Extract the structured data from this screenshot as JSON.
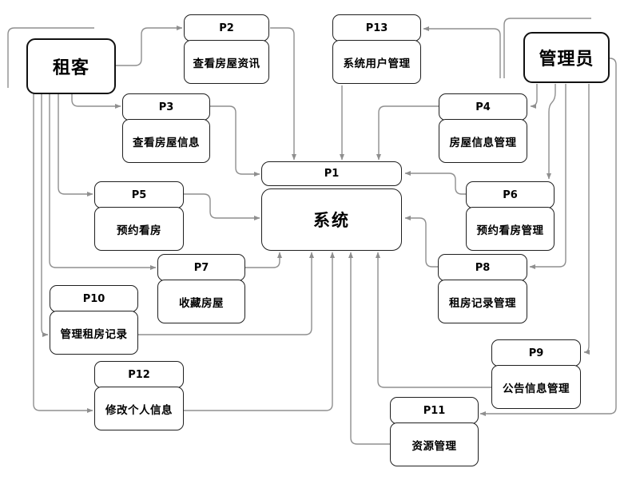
{
  "actors": {
    "tenant": {
      "label": "租客"
    },
    "admin": {
      "label": "管理员"
    }
  },
  "system": {
    "id": "P1",
    "label": "系统"
  },
  "processes": [
    {
      "id": "P2",
      "label": "查看房屋资讯"
    },
    {
      "id": "P3",
      "label": "查看房屋信息"
    },
    {
      "id": "P5",
      "label": "预约看房"
    },
    {
      "id": "P7",
      "label": "收藏房屋"
    },
    {
      "id": "P10",
      "label": "管理租房记录"
    },
    {
      "id": "P12",
      "label": "修改个人信息"
    },
    {
      "id": "P13",
      "label": "系统用户管理"
    },
    {
      "id": "P4",
      "label": "房屋信息管理"
    },
    {
      "id": "P6",
      "label": "预约看房管理"
    },
    {
      "id": "P8",
      "label": "租房记录管理"
    },
    {
      "id": "P9",
      "label": "公告信息管理"
    },
    {
      "id": "P11",
      "label": "资源管理"
    }
  ],
  "edges": [
    {
      "from": "租客",
      "to": "P2"
    },
    {
      "from": "租客",
      "to": "P3"
    },
    {
      "from": "租客",
      "to": "P5"
    },
    {
      "from": "租客",
      "to": "P7"
    },
    {
      "from": "租客",
      "to": "P10"
    },
    {
      "from": "租客",
      "to": "P12"
    },
    {
      "from": "管理员",
      "to": "P13"
    },
    {
      "from": "管理员",
      "to": "P4"
    },
    {
      "from": "管理员",
      "to": "P6"
    },
    {
      "from": "管理员",
      "to": "P8"
    },
    {
      "from": "管理员",
      "to": "P9"
    },
    {
      "from": "管理员",
      "to": "P11"
    },
    {
      "from": "P2",
      "to": "P1"
    },
    {
      "from": "P3",
      "to": "P1"
    },
    {
      "from": "P5",
      "to": "P1"
    },
    {
      "from": "P7",
      "to": "P1"
    },
    {
      "from": "P10",
      "to": "P1"
    },
    {
      "from": "P12",
      "to": "P1"
    },
    {
      "from": "P13",
      "to": "P1"
    },
    {
      "from": "P4",
      "to": "P1"
    },
    {
      "from": "P6",
      "to": "P1"
    },
    {
      "from": "P8",
      "to": "P1"
    },
    {
      "from": "P9",
      "to": "P1"
    },
    {
      "from": "P11",
      "to": "P1"
    }
  ],
  "colors": {
    "connector": "#8f8f8f",
    "box_border": "#1f1f1f",
    "text": "#000000",
    "background": "#ffffff"
  }
}
